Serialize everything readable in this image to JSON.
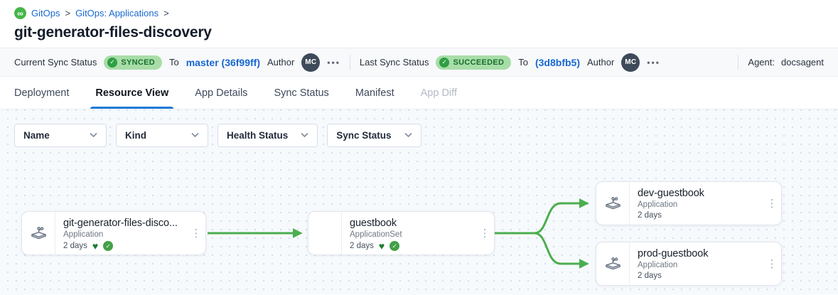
{
  "breadcrumb": {
    "items": [
      "GitOps",
      "GitOps: Applications"
    ],
    "separator": ">"
  },
  "title": "git-generator-files-discovery",
  "status_bar": {
    "current_sync": {
      "label": "Current Sync Status",
      "badge": "SYNCED",
      "to": "To",
      "revision": "master (36f99ff)",
      "author_label": "Author",
      "author": "MC"
    },
    "last_sync": {
      "label": "Last Sync Status",
      "badge": "SUCCEEDED",
      "to": "To",
      "revision": "(3d8bfb5)",
      "author_label": "Author",
      "author": "MC"
    },
    "agent_label": "Agent:",
    "agent_value": "docsagent"
  },
  "tabs": [
    {
      "label": "Deployment",
      "state": "normal"
    },
    {
      "label": "Resource View",
      "state": "active"
    },
    {
      "label": "App Details",
      "state": "normal"
    },
    {
      "label": "Sync Status",
      "state": "normal"
    },
    {
      "label": "Manifest",
      "state": "normal"
    },
    {
      "label": "App Diff",
      "state": "disabled"
    }
  ],
  "filters": [
    {
      "label": "Name"
    },
    {
      "label": "Kind"
    },
    {
      "label": "Health Status"
    },
    {
      "label": "Sync Status"
    }
  ],
  "graph": {
    "nodes": [
      {
        "title": "git-generator-files-disco...",
        "kind": "Application",
        "age": "2 days",
        "healthy": true,
        "synced": true
      },
      {
        "title": "guestbook",
        "kind": "ApplicationSet",
        "age": "2 days",
        "healthy": true,
        "synced": true
      },
      {
        "title": "dev-guestbook",
        "kind": "Application",
        "age": "2 days",
        "healthy": false,
        "synced": false
      },
      {
        "title": "prod-guestbook",
        "kind": "Application",
        "age": "2 days",
        "healthy": false,
        "synced": false
      }
    ],
    "edges": [
      {
        "from": "git-generator-files-disco...",
        "to": "guestbook"
      },
      {
        "from": "guestbook",
        "to": "dev-guestbook"
      },
      {
        "from": "guestbook",
        "to": "prod-guestbook"
      }
    ]
  },
  "icons": {
    "gitops_logo": "∞",
    "status_check": "✓",
    "health_heart": "♥",
    "kebab_menu": "⋮",
    "more_actions": "•••"
  },
  "colors": {
    "link_blue": "#1768d0",
    "tab_accent_blue": "#1f7bd8",
    "edge_green": "#4cae4f",
    "badge_bg_green": "#a8dda8",
    "badge_text_green": "#156f2b",
    "health_heart_green": "#1b7c2f",
    "sync_check_green": "#43a047",
    "avatar_bg": "#3e4a59"
  }
}
